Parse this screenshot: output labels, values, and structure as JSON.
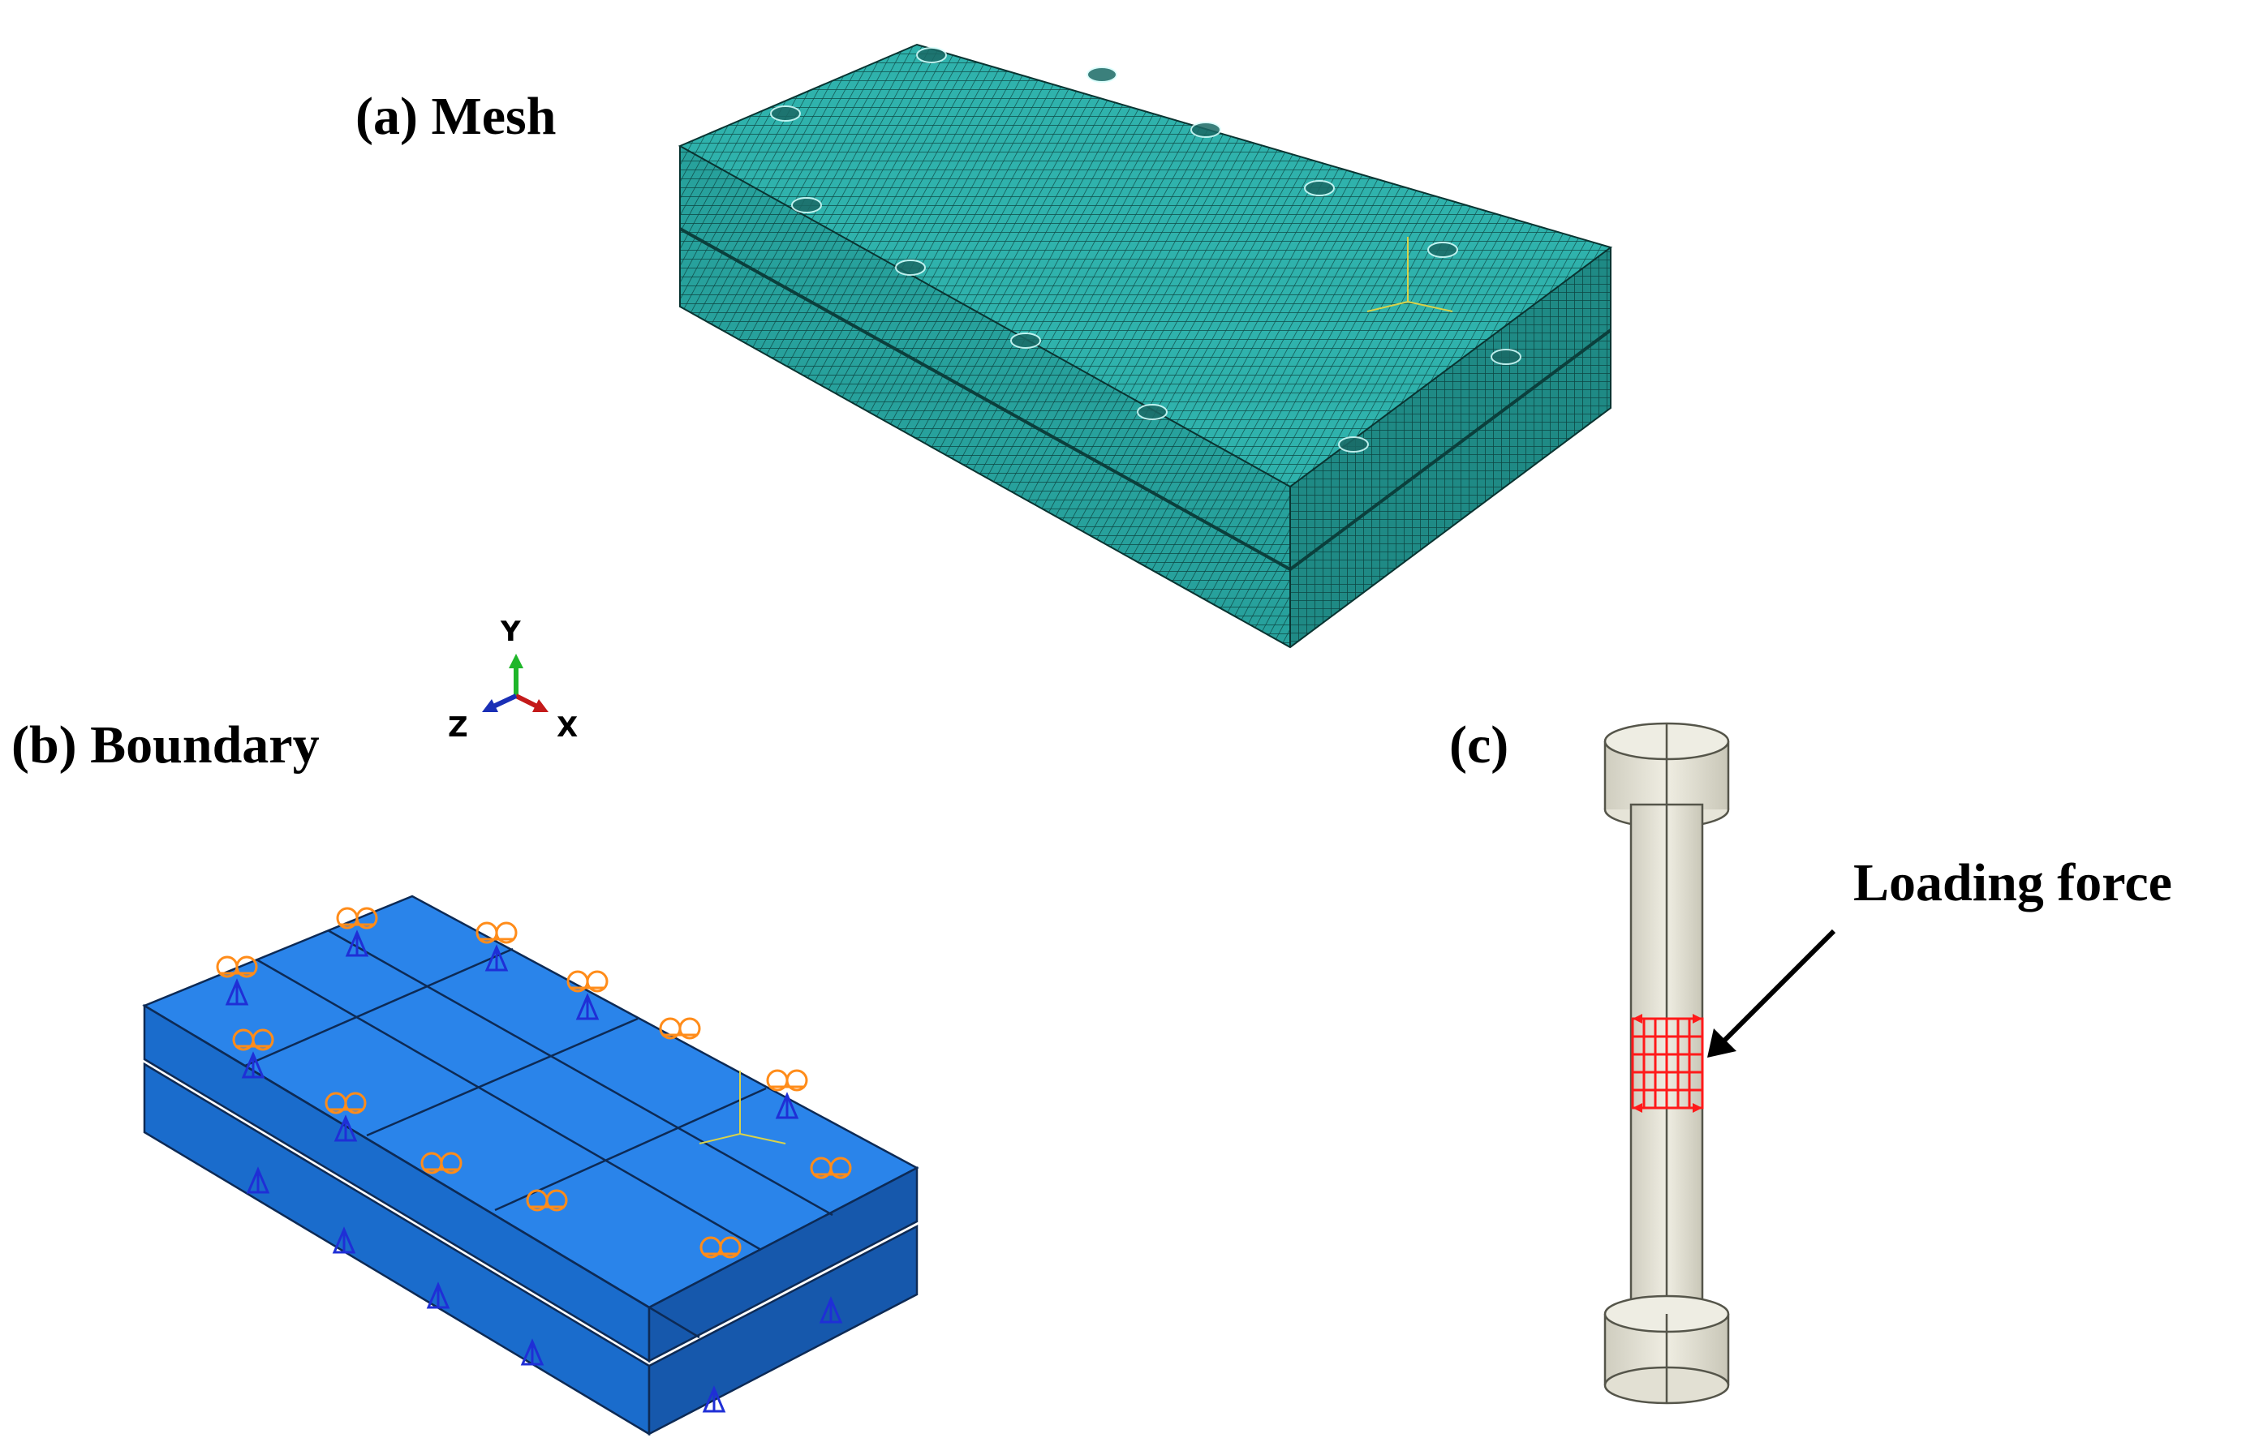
{
  "panels": {
    "mesh": {
      "label": "(a) Mesh"
    },
    "boundary": {
      "label": "(b) Boundary"
    },
    "loading": {
      "label": "(c)",
      "annotation": "Loading force"
    }
  },
  "triad": {
    "y": "Y",
    "x": "X",
    "z": "Z"
  },
  "colors": {
    "mesh_top": "#2fb2ac",
    "mesh_front": "#25948f",
    "mesh_side": "#1e7c77",
    "mesh_lines": "#0b3f3c",
    "plate_top": "#1f7ee6",
    "plate_front": "#1a6ac8",
    "plate_side": "#1558a8",
    "constraint_orange": "#ff8c1a",
    "constraint_blue": "#1f2fd6",
    "bolt": "#e4e2d4",
    "bolt_edge": "#6e6c5f",
    "load_red": "#ff1a1a"
  }
}
